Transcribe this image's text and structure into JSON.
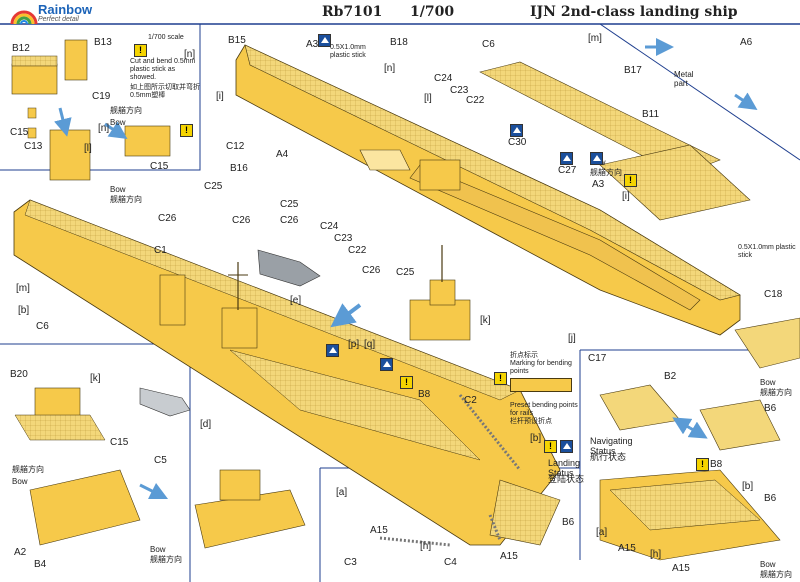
{
  "header": {
    "brand": "Rainbow",
    "brand_sub": "Perfect detail",
    "product_code": "Rb7101",
    "scale": "1/700",
    "title": "IJN 2nd-class landing ship"
  },
  "notes": {
    "scale_note": "1/700 scale",
    "bend_note_en": "Cut and bend 0.5mm plastic stick as showed.",
    "bend_note_cn": "如上图所示切取并弯折0.5mm塑棒",
    "plastic_stick": "0.5X1.0mm plastic stick",
    "plastic_stick2": "0.5X1.0mm plastic stick",
    "metal_part": "Metal part",
    "bending_cn": "折点标示",
    "bending_en": "Marking for bending points",
    "preset_en": "Preset bending points for rails",
    "preset_cn": "栏杆预设折点",
    "navigating_en": "Navigating Status",
    "navigating_cn": "航行状态",
    "landing_en": "Landing Status",
    "landing_cn": "登陆状态"
  },
  "bow_labels": {
    "cn": "舰艏方向",
    "en": "Bow"
  },
  "part_labels": {
    "B12": "B12",
    "B13": "B13",
    "C19": "C19",
    "C15a": "C15",
    "C13": "C13",
    "l1": "[l]",
    "n1": "[n]",
    "C15b": "C15",
    "B15": "B15",
    "A3a": "A3",
    "i1": "[i]",
    "C12": "C12",
    "A4": "A4",
    "B16": "B16",
    "C25a": "C25",
    "C26a": "C26",
    "C26b": "C26",
    "C1": "C1",
    "m1": "[m]",
    "b1": "[b]",
    "C6a": "C6",
    "e1": "[e]",
    "B18": "B18",
    "C6b": "C6",
    "n2": "[n]",
    "l2": "[l]",
    "C24a": "C24",
    "C23a": "C23",
    "C22a": "C22",
    "C25b": "C25",
    "C26c": "C26",
    "C24b": "C24",
    "C23b": "C23",
    "C22b": "C22",
    "C26d": "C26",
    "C25c": "C25",
    "k1": "[k]",
    "C30": "C30",
    "m2": "[m]",
    "B17": "B17",
    "A6": "A6",
    "B11": "B11",
    "C27": "C27",
    "A3b": "A3",
    "i2": "[i]",
    "C18": "C18",
    "j1": "[j]",
    "C17": "C17",
    "B20": "B20",
    "k2": "[k]",
    "C15c": "C15",
    "d1": "[d]",
    "p1": "[p]",
    "q1": "[q]",
    "B8a": "B8",
    "C2": "C2",
    "b2": "[b]",
    "C5": "C5",
    "A2": "A2",
    "B4": "B4",
    "a1": "[a]",
    "A15a": "A15",
    "h1": "[h]",
    "C3": "C3",
    "C4": "C4",
    "A15b": "A15",
    "B6a": "B6",
    "B2": "B2",
    "B6b": "B6",
    "B8b": "B8",
    "b3": "[b]",
    "B6c": "B6",
    "a2": "[a]",
    "A15c": "A15",
    "h2": "[h]",
    "A15d": "A15"
  },
  "colors": {
    "hull": "#f6c94a",
    "hull_shade": "#e8b43a",
    "deck": "#f3d77a",
    "line": "#4a3a10",
    "boat": "#9aa0a6",
    "arrow": "#5b9bd5",
    "warn": "#f5d400",
    "nav": "#1b4f9c"
  }
}
